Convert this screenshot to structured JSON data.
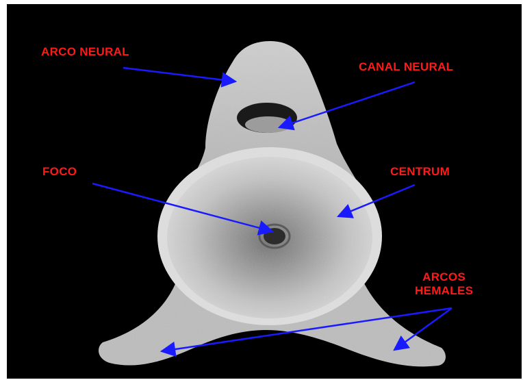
{
  "colors": {
    "label_text": "#ff1a1a",
    "arrow": "#1a1aff",
    "background": "#000000"
  },
  "labels": {
    "arco_neural": "ARCO NEURAL",
    "canal_neural": "CANAL NEURAL",
    "foco": "FOCO",
    "centrum": "CENTRUM",
    "arcos_hemales_line1": "ARCOS",
    "arcos_hemales_line2": "HEMALES"
  }
}
